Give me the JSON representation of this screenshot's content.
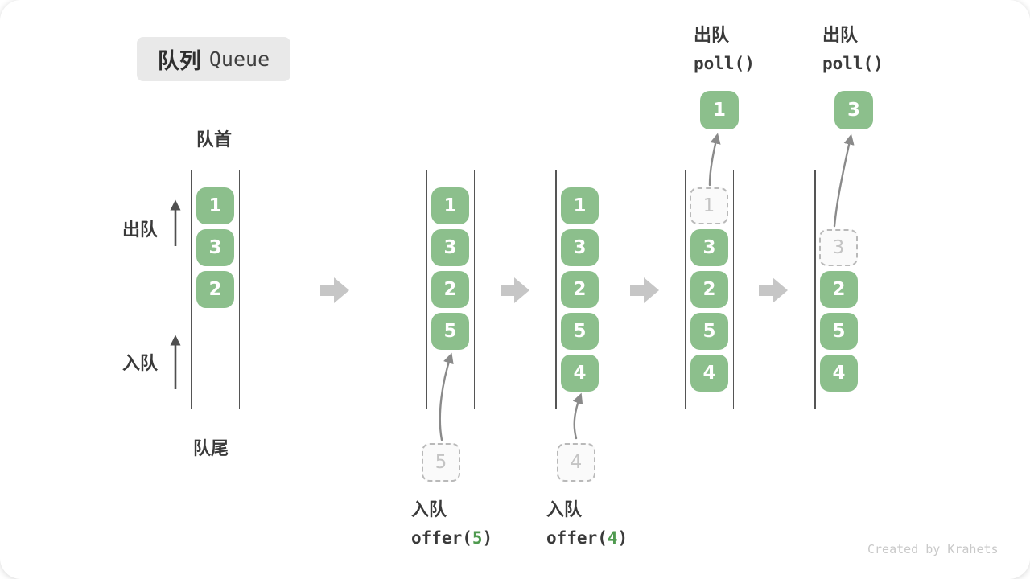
{
  "title": {
    "zh": "队列",
    "en": "Queue"
  },
  "side_labels": {
    "front": "队首",
    "rear": "队尾",
    "dequeue": "出队",
    "enqueue": "入队"
  },
  "operations": {
    "enqueue5": {
      "label": "入队",
      "code_pre": "offer(",
      "code_arg": "5",
      "code_post": ")"
    },
    "enqueue4": {
      "label": "入队",
      "code_pre": "offer(",
      "code_arg": "4",
      "code_post": ")"
    },
    "poll_first": {
      "label": "出队",
      "code": "poll()"
    },
    "poll_second": {
      "label": "出队",
      "code": "poll()"
    }
  },
  "queues": {
    "q1": {
      "items": [
        "1",
        "3",
        "2"
      ]
    },
    "q2": {
      "items": [
        "1",
        "3",
        "2",
        "5"
      ],
      "incoming": "5"
    },
    "q3": {
      "items": [
        "1",
        "3",
        "2",
        "5",
        "4"
      ],
      "incoming": "4"
    },
    "q4": {
      "removed": "1",
      "items": [
        "3",
        "2",
        "5",
        "4"
      ],
      "polled": "1"
    },
    "q5": {
      "removed": "3",
      "items": [
        "2",
        "5",
        "4"
      ],
      "polled": "3"
    }
  },
  "colors": {
    "box_green": "#8cbf8c",
    "code_arg_green": "#4f9a4f",
    "block_arrow_gray": "#c6c6c6",
    "queue_line_gray": "#555555",
    "curve_arrow_gray": "#8a8a8a",
    "dashed_border_gray": "#b9b9b9",
    "title_bg": "#e9e9e9"
  },
  "watermark": "Created by Krahets"
}
